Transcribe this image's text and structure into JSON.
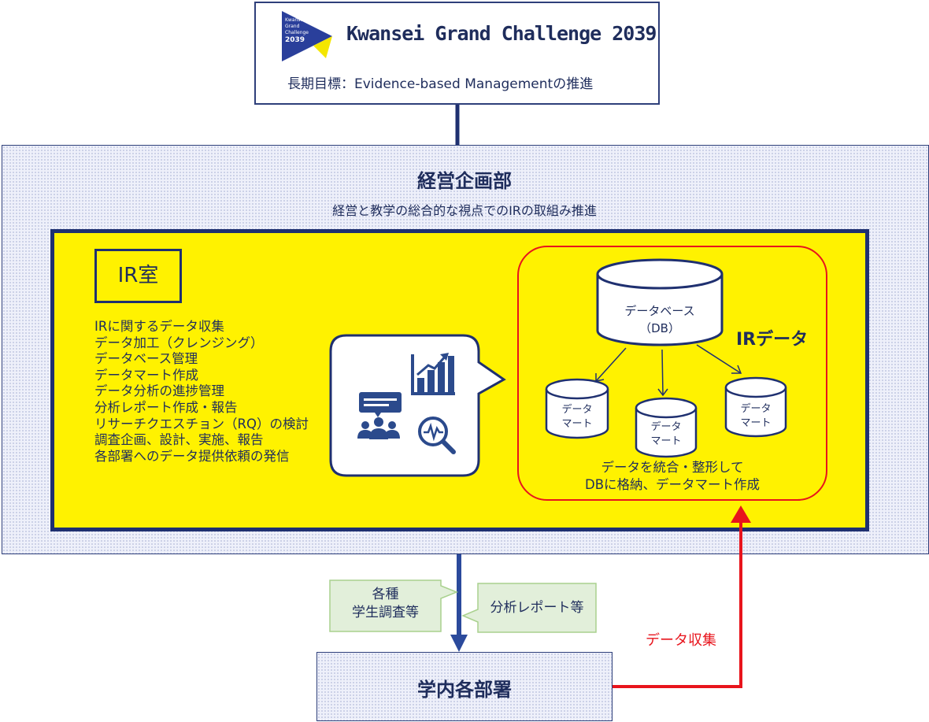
{
  "header": {
    "logo_text": [
      "Kwansei",
      "Grand",
      "Challenge",
      "2039"
    ],
    "title": "Kwansei Grand Challenge 2039",
    "goal": "長期目標：Evidence-based Managementの推進"
  },
  "management": {
    "title": "経営企画部",
    "subtitle": "経営と教学の総合的な視点でのIRの取組み推進"
  },
  "ir_office": {
    "label": "IR室",
    "tasks": [
      "IRに関するデータ収集",
      "データ加工（クレンジング）",
      "データベース管理",
      "データマート作成",
      "データ分析の進捗管理",
      "分析レポート作成・報告",
      "リサーチクエスチョン（RQ）の検討",
      "調査企画、設計、実施、報告",
      "各部署へのデータ提供依頼の発信"
    ]
  },
  "ir_data": {
    "label": "IRデータ",
    "database": {
      "line1": "データベース",
      "line2": "（DB）"
    },
    "marts": [
      {
        "line1": "データ",
        "line2": "マート"
      },
      {
        "line1": "データ",
        "line2": "マート"
      },
      {
        "line1": "データ",
        "line2": "マート"
      }
    ],
    "caption_line1": "データを統合・整形して",
    "caption_line2": "DBに格納、データマート作成"
  },
  "flows": {
    "survey_line1": "各種",
    "survey_line2": "学生調査等",
    "report": "分析レポート等",
    "data_collection": "データ収集"
  },
  "departments": {
    "label": "学内各部署"
  },
  "colors": {
    "navy": "#1f3070",
    "yellow": "#fff200",
    "red": "#e8141c",
    "green_callout": "#e2efda",
    "dotted_bg": "#eef0fa"
  },
  "icons": [
    "presentation-audience-icon",
    "bar-chart-icon",
    "magnifier-analytics-icon",
    "database-icon"
  ]
}
